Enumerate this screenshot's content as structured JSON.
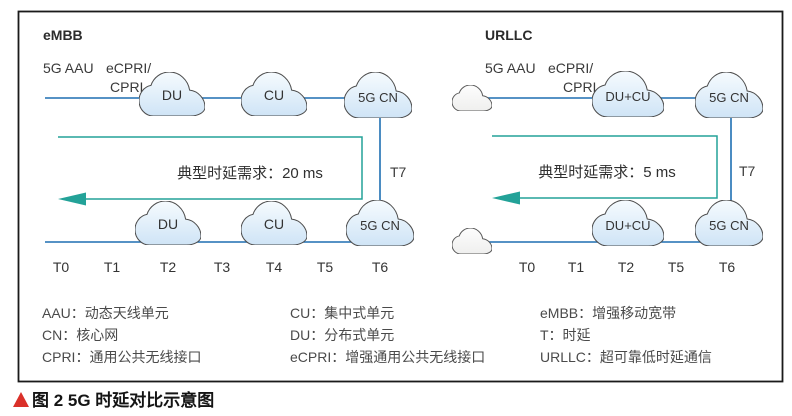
{
  "figure": {
    "caption_marker": "▲",
    "caption": "图 2 5G 时延对比示意图"
  },
  "panels": [
    {
      "title": "eMBB",
      "aau": "5G AAU",
      "fronthaul1": "eCPRI/",
      "fronthaul2": "CPRI",
      "latency": "典型时延需求：20 ms",
      "t7": "T7",
      "top_nodes": [
        "DU",
        "CU",
        "5G CN"
      ],
      "bottom_nodes": [
        "DU",
        "CU",
        "5G CN"
      ],
      "ticks": [
        "T0",
        "T1",
        "T2",
        "T3",
        "T4",
        "T5",
        "T6"
      ]
    },
    {
      "title": "URLLC",
      "aau": "5G AAU",
      "fronthaul1": "eCPRI/",
      "fronthaul2": "CPRI",
      "latency": "典型时延需求：5 ms",
      "t7": "T7",
      "top_nodes": [
        "DU+CU",
        "5G CN"
      ],
      "bottom_nodes": [
        "DU+CU",
        "5G CN"
      ],
      "ticks": [
        "T0",
        "T1",
        "T2",
        "T5",
        "T6"
      ]
    }
  ],
  "legend": {
    "columns": [
      [
        "AAU：动态天线单元",
        "CN：核心网",
        "CPRI：通用公共无线接口"
      ],
      [
        "CU：集中式单元",
        "DU：分布式单元",
        "eCPRI：增强通用公共无线接口"
      ],
      [
        "eMBB：增强移动宽带",
        "T：时延",
        "URLLC：超可靠低时延通信"
      ]
    ]
  },
  "colors": {
    "line_blue": "#1e6fb2",
    "bracket_teal": "#23a298",
    "cloud_fill_top": "#f5fafe",
    "cloud_fill_bottom": "#cfe4f6",
    "caption_red": "#da3029"
  }
}
